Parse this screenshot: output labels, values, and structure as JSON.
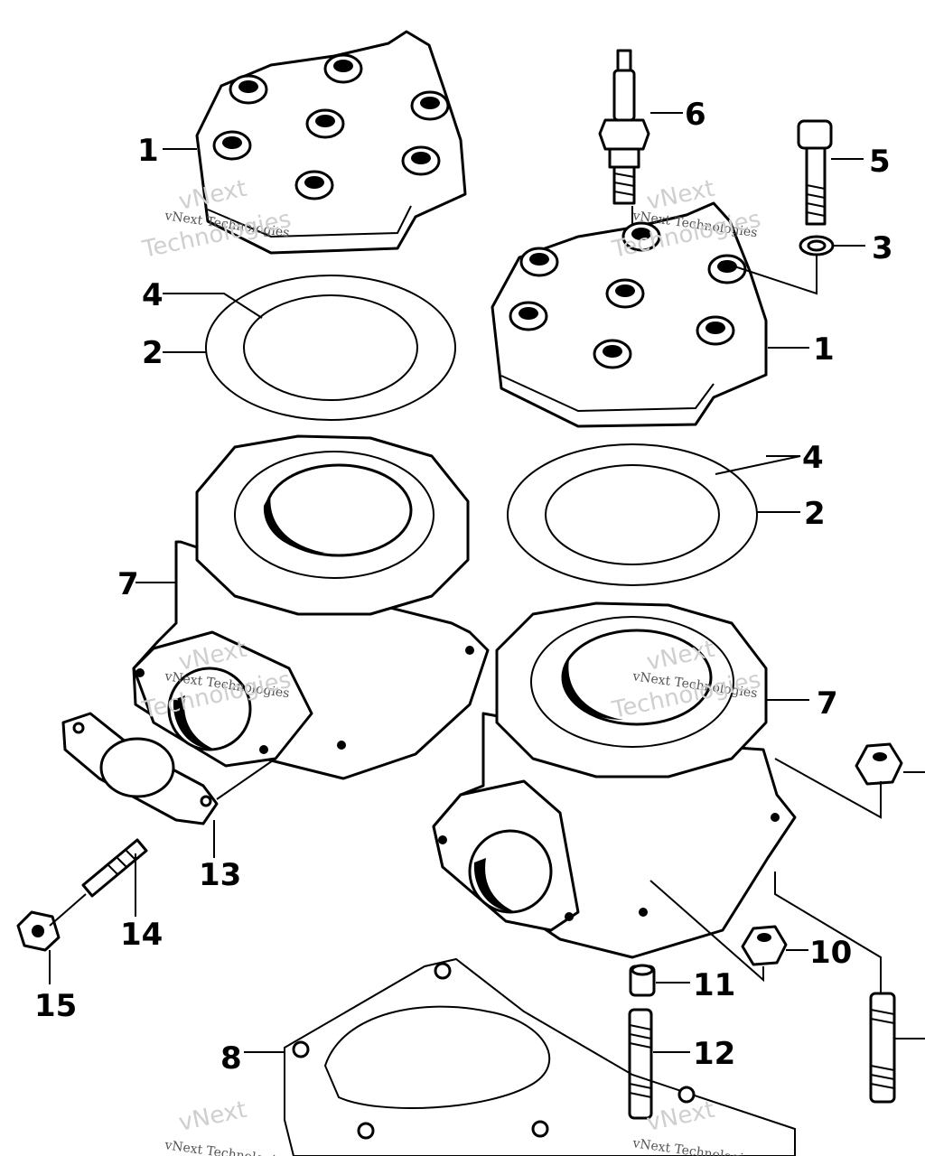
{
  "diagram": {
    "callouts": [
      {
        "id": "c1a",
        "text": "1"
      },
      {
        "id": "c1b",
        "text": "1"
      },
      {
        "id": "c2a",
        "text": "2"
      },
      {
        "id": "c2b",
        "text": "2"
      },
      {
        "id": "c3",
        "text": "3"
      },
      {
        "id": "c4a",
        "text": "4"
      },
      {
        "id": "c4b",
        "text": "4"
      },
      {
        "id": "c5",
        "text": "5"
      },
      {
        "id": "c6",
        "text": "6"
      },
      {
        "id": "c7a",
        "text": "7"
      },
      {
        "id": "c7b",
        "text": "7"
      },
      {
        "id": "c8",
        "text": "8"
      },
      {
        "id": "c10",
        "text": "10"
      },
      {
        "id": "c11",
        "text": "11"
      },
      {
        "id": "c12",
        "text": "12"
      },
      {
        "id": "c13",
        "text": "13"
      },
      {
        "id": "c14",
        "text": "14"
      },
      {
        "id": "c15",
        "text": "15"
      }
    ],
    "watermark": {
      "line_a": "vNext Technologies",
      "line_b": "vNext",
      "line_c": "Technologies"
    }
  }
}
